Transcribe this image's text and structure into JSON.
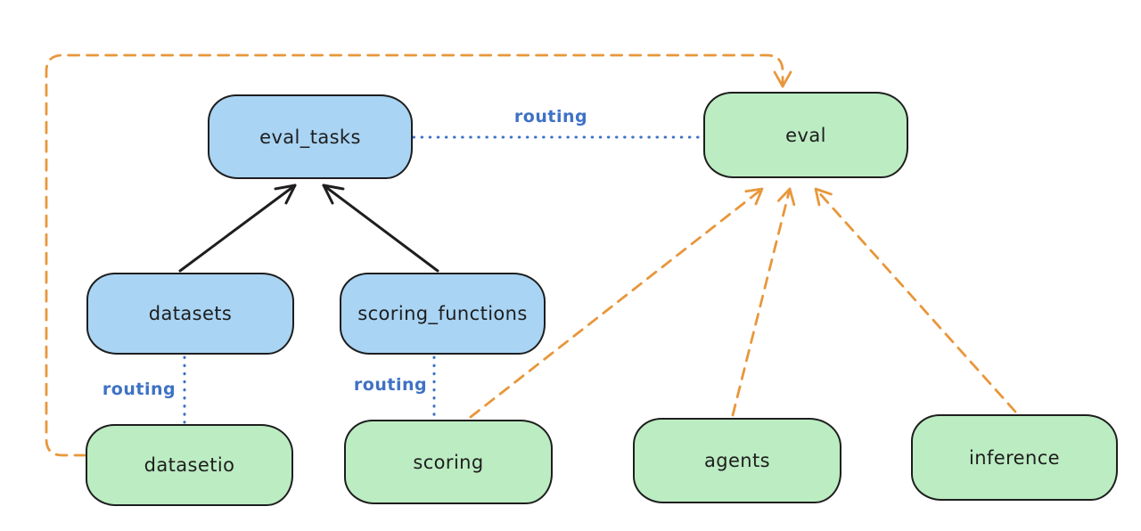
{
  "colors": {
    "background": "#ffffff",
    "outline": "#1e1e1e",
    "api_box_fill": "#a9d4f4",
    "provider_box_fill": "#bcecc2",
    "routing_blue": "#3e72c4",
    "dependency_orange": "#e8973b"
  },
  "nodes": {
    "eval_tasks": {
      "label": "eval_tasks",
      "kind": "api"
    },
    "eval": {
      "label": "eval",
      "kind": "provider"
    },
    "datasets": {
      "label": "datasets",
      "kind": "api"
    },
    "scoring_functions": {
      "label": "scoring_functions",
      "kind": "api"
    },
    "datasetio": {
      "label": "datasetio",
      "kind": "provider"
    },
    "scoring": {
      "label": "scoring",
      "kind": "provider"
    },
    "agents": {
      "label": "agents",
      "kind": "provider"
    },
    "inference": {
      "label": "inference",
      "kind": "provider"
    }
  },
  "edges": [
    {
      "from": "datasets",
      "to": "eval_tasks",
      "style": "solid-black-arrow",
      "label": ""
    },
    {
      "from": "scoring_functions",
      "to": "eval_tasks",
      "style": "solid-black-arrow",
      "label": ""
    },
    {
      "from": "eval_tasks",
      "to": "eval",
      "style": "dotted-blue",
      "label": "routing"
    },
    {
      "from": "datasets",
      "to": "datasetio",
      "style": "dotted-blue",
      "label": "routing"
    },
    {
      "from": "scoring_functions",
      "to": "scoring",
      "style": "dotted-blue",
      "label": "routing"
    },
    {
      "from": "datasetio",
      "to": "eval",
      "style": "dashed-orange-arrow",
      "label": ""
    },
    {
      "from": "scoring",
      "to": "eval",
      "style": "dashed-orange-arrow",
      "label": ""
    },
    {
      "from": "agents",
      "to": "eval",
      "style": "dashed-orange-arrow",
      "label": ""
    },
    {
      "from": "inference",
      "to": "eval",
      "style": "dashed-orange-arrow",
      "label": ""
    }
  ]
}
